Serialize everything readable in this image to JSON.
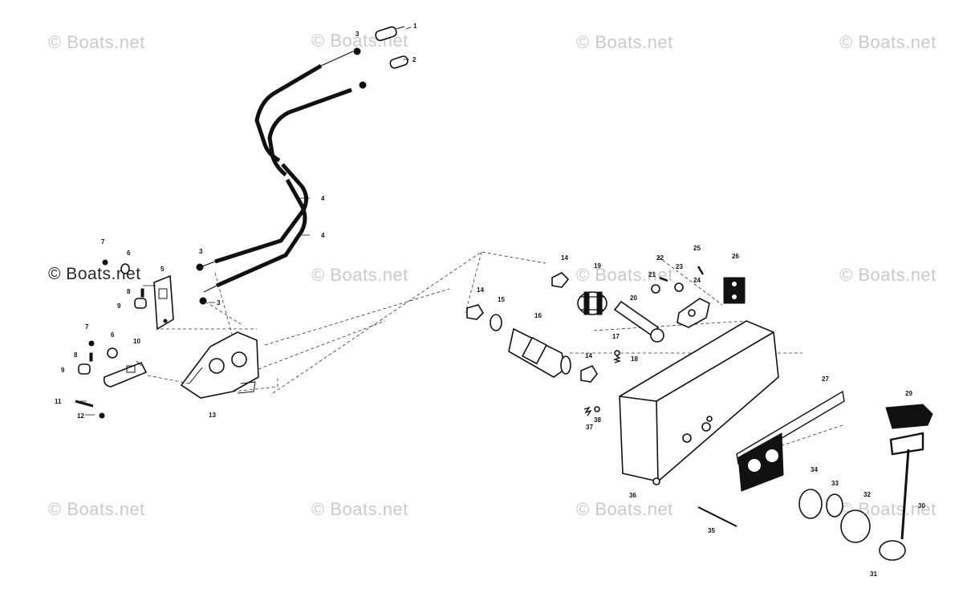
{
  "watermark": "© Boats.net",
  "callouts": [
    "1",
    "2",
    "3",
    "3",
    "3",
    "4",
    "4",
    "5",
    "6",
    "6",
    "7",
    "7",
    "8",
    "8",
    "9",
    "9",
    "10",
    "11",
    "12",
    "13",
    "14",
    "14",
    "14",
    "15",
    "16",
    "17",
    "18",
    "19",
    "20",
    "21",
    "22",
    "23",
    "24",
    "25",
    "26",
    "27",
    "29",
    "30",
    "31",
    "32",
    "33",
    "34",
    "35",
    "36",
    "37",
    "38"
  ]
}
